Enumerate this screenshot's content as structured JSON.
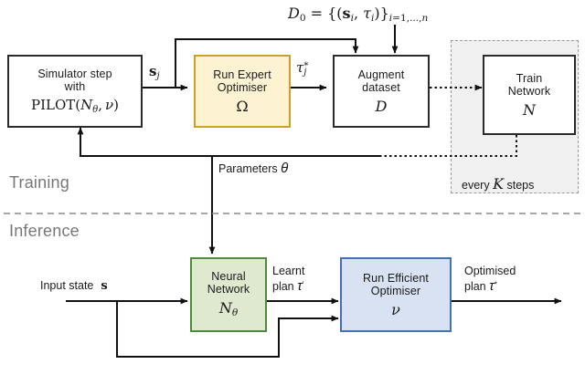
{
  "diagram": {
    "title_equation": "D0 = {(s_i, tau_i)}_{i=1,...,n}",
    "sections": {
      "training": "Training",
      "inference": "Inference"
    },
    "boxes": {
      "simulator": {
        "line1": "Simulator step",
        "line2": "with",
        "symbol": "PILOT(N_theta, nu)"
      },
      "expert": {
        "line1": "Run Expert",
        "line2": "Optimiser",
        "symbol": "Ω",
        "border_color": "#c9a227",
        "fill_color": "#fdf2d2"
      },
      "augment": {
        "line1": "Augment",
        "line2": "dataset",
        "symbol": "D"
      },
      "train": {
        "line1": "Train",
        "line2": "Network",
        "symbol": "N"
      },
      "neural": {
        "line1": "Neural",
        "line2": "Network",
        "symbol": "N_theta",
        "border_color": "#4e8c3a",
        "fill_color": "#dfe9d0"
      },
      "efficient": {
        "line1": "Run Efficient",
        "line2": "Optimiser",
        "symbol": "ν",
        "border_color": "#4472b0",
        "fill_color": "#d8e2f3"
      }
    },
    "edge_labels": {
      "state_j": "s_j",
      "tau_star_j": "tau*_j",
      "parameters": "Parameters",
      "parameters_symbol": "θ",
      "every_k_steps": "every K steps",
      "input_state": "Input state",
      "input_state_symbol": "s",
      "learnt_plan_line1": "Learnt",
      "learnt_plan_line2": "plan τ'",
      "optimised_plan_line1": "Optimised",
      "optimised_plan_line2": "plan τ*"
    }
  }
}
